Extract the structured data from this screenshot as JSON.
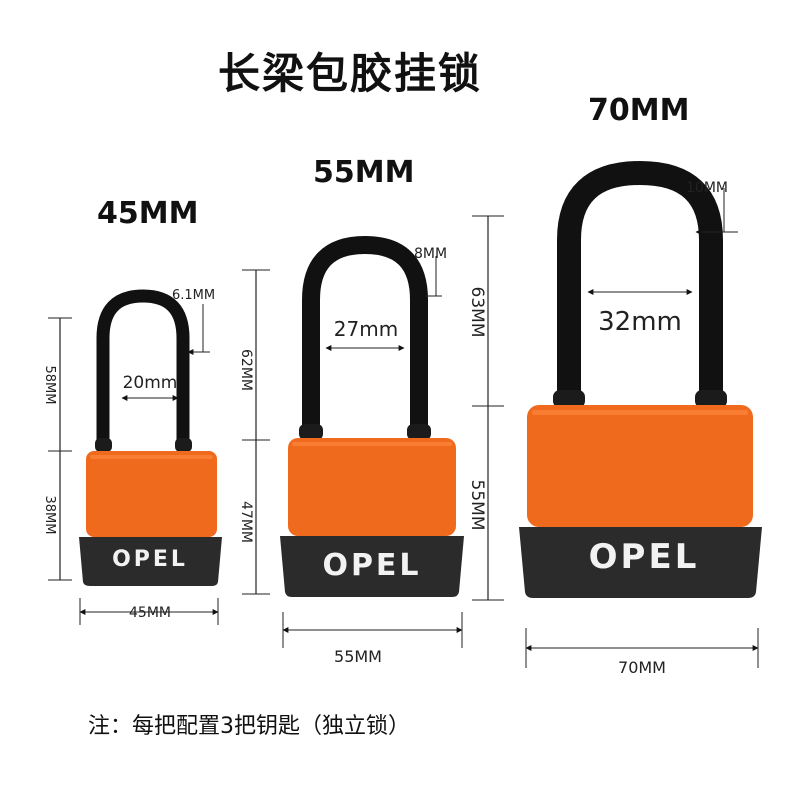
{
  "title": "长梁包胶挂锁",
  "note": "注：每把配置3把钥匙（独立锁）",
  "colors": {
    "body": "#f06a1e",
    "shackle": "#111111",
    "base": "#2b2b2b",
    "text": "#111111"
  },
  "locks": [
    {
      "label": "45MM",
      "brand": "OPEL",
      "width_label": "45MM",
      "shackle_height_label": "58MM",
      "body_height_label": "38MM",
      "shackle_thickness_label": "6.1MM",
      "inner_width_label": "20mm"
    },
    {
      "label": "55MM",
      "brand": "OPEL",
      "width_label": "55MM",
      "shackle_height_label": "62MM",
      "body_height_label": "47MM",
      "shackle_thickness_label": "8MM",
      "inner_width_label": "27mm"
    },
    {
      "label": "70MM",
      "brand": "OPEL",
      "width_label": "70MM",
      "shackle_height_label": "63MM",
      "body_height_label": "55MM",
      "shackle_thickness_label": "10MM",
      "inner_width_label": "32mm"
    }
  ]
}
